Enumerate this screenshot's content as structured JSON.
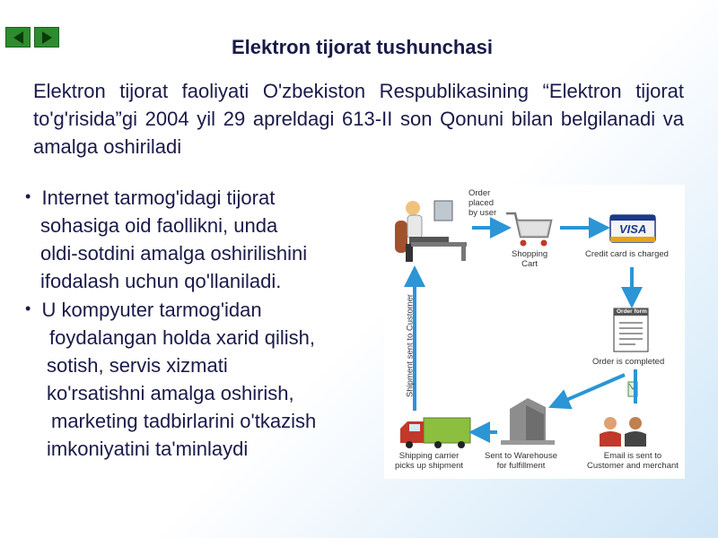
{
  "nav": {
    "prev_icon": "arrow-left-icon",
    "next_icon": "arrow-right-icon",
    "color": "#2e8b2e"
  },
  "title": "Elektron tijorat tushunchasi",
  "intro": "Elektron tijorat faoliyati O'zbekiston Respublikasining “Elektron tijorat to'g'risida”gi 2004 yil 29 apreldagi 613-II son Qonuni bilan belgilanadi va amalga oshiriladi",
  "bullets": [
    {
      "marker": "•",
      "lines": [
        "Internet tarmog'idagi tijorat",
        "sohasiga oid faollikni, unda",
        "oldi-sotdini amalga oshirilishini",
        "ifodalash uchun qo'llaniladi."
      ]
    },
    {
      "marker": "•",
      "lines": [
        "U kompyuter tarmog'idan",
        "foydalangan holda xarid qilish,",
        "sotish, servis xizmati",
        "ko'rsatishni amalga oshirish,",
        "marketing tadbirlarini o'tkazish",
        "imkoniyatini ta'minlaydi"
      ]
    }
  ],
  "diagram": {
    "order_placed": [
      "Order",
      "placed",
      "by user"
    ],
    "shopping_cart": [
      "Shopping",
      "Cart"
    ],
    "visa": "VISA",
    "credit_card": "Credit card is charged",
    "order_form": "Order form",
    "order_completed": "Order is completed",
    "email": [
      "Email is sent to",
      "Customer and merchant"
    ],
    "warehouse": [
      "Sent to Warehouse",
      "for fulfillment"
    ],
    "carrier": [
      "Shipping carrier",
      "picks up shipment"
    ],
    "shipment": "Shipment sent to Customer",
    "arrow_color": "#2b95d6"
  }
}
